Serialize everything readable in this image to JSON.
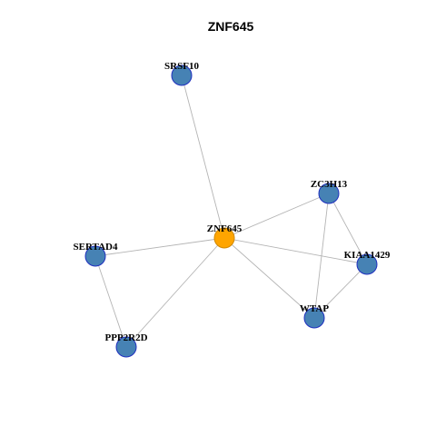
{
  "title": "ZNF645",
  "colors": {
    "edge": "#b4b4b4",
    "node_fill": "#4682b4",
    "node_stroke": "#1f2fbf",
    "center_fill": "#ffa500",
    "center_stroke": "#d18800"
  },
  "nodes": [
    {
      "id": "ZNF645",
      "label": "ZNF645",
      "center": true
    },
    {
      "id": "SRSF10",
      "label": "SRSF10"
    },
    {
      "id": "ZC3H13",
      "label": "ZC3H13"
    },
    {
      "id": "SERTAD4",
      "label": "SERTAD4"
    },
    {
      "id": "KIAA1429",
      "label": "KIAA1429"
    },
    {
      "id": "WTAP",
      "label": "WTAP"
    },
    {
      "id": "PPP2R2D",
      "label": "PPP2R2D"
    }
  ],
  "edges": [
    [
      "ZNF645",
      "SRSF10"
    ],
    [
      "ZNF645",
      "ZC3H13"
    ],
    [
      "ZNF645",
      "SERTAD4"
    ],
    [
      "ZNF645",
      "KIAA1429"
    ],
    [
      "ZNF645",
      "WTAP"
    ],
    [
      "ZNF645",
      "PPP2R2D"
    ],
    [
      "ZC3H13",
      "KIAA1429"
    ],
    [
      "ZC3H13",
      "WTAP"
    ],
    [
      "KIAA1429",
      "WTAP"
    ],
    [
      "SERTAD4",
      "PPP2R2D"
    ]
  ]
}
